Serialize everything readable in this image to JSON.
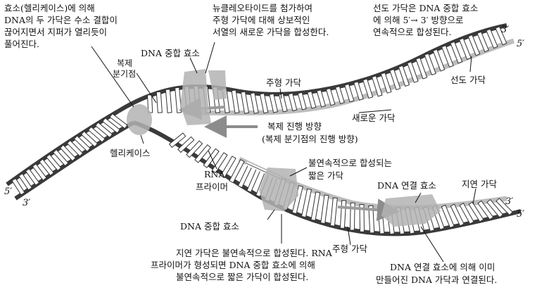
{
  "annotations": {
    "helicase_desc": [
      "효소(헬리케이스)에 의해",
      "DNA의 두 가닥은 수소 결합이",
      "끊어지면서 지퍼가 열리듯이",
      "풀어진다."
    ],
    "nucleotide_desc": [
      "뉴클레오타이드를 첨가하여",
      "주형 가닥에 대해 상보적인",
      "서열의 새로운 가닥을 합성한다."
    ],
    "leading_desc": [
      "선도 가닥은 DNA 중합 효소",
      "에 의해 5′→ 3′ 방향으로",
      "연속적으로 합성된다."
    ],
    "lagging_desc": [
      "지연 가닥은 불연속적으로 합성된다. RNA",
      "프라이머가 형성되면 DNA 중합 효소에 의해",
      "불연속적으로 짧은 가닥이 합성된다."
    ],
    "ligase_desc": [
      "DNA 연결 효소에 의해 이미",
      "만들어진 DNA 가닥과 연결된다."
    ],
    "direction": [
      "복제 진행 방향",
      "(복제 분기점의 진행 방향)"
    ]
  },
  "labels": {
    "polymerase_top": "DNA 중합 효소",
    "polymerase_bottom": "DNA 중합 효소",
    "replication_fork": [
      "복제",
      "분기점"
    ],
    "template_top": "주형 가닥",
    "template_bottom": "주형 가닥",
    "new_strand": "새로운 가닥",
    "leading_strand": "선도 가닥",
    "helicase": "헬리케이스",
    "rna_primer": [
      "RNA",
      "프라이머"
    ],
    "okazaki": [
      "불연속적으로 합성되는",
      "짧은 가닥"
    ],
    "ligase": "DNA 연결 효소",
    "lagging_strand": "지연 가닥"
  },
  "strand_ends": {
    "left_5": "5′",
    "left_3": "3′",
    "top_right_3": "3′",
    "top_right_5": "5′",
    "bottom_right_3": "3′",
    "bottom_right_5": "5′"
  },
  "colors": {
    "backbone_dark": "#3a3a3a",
    "backbone_light": "#bdbdbd",
    "enzyme": "#b3b3b3",
    "base_fill": "#ffffff",
    "arrow": "#9a9a9a"
  }
}
